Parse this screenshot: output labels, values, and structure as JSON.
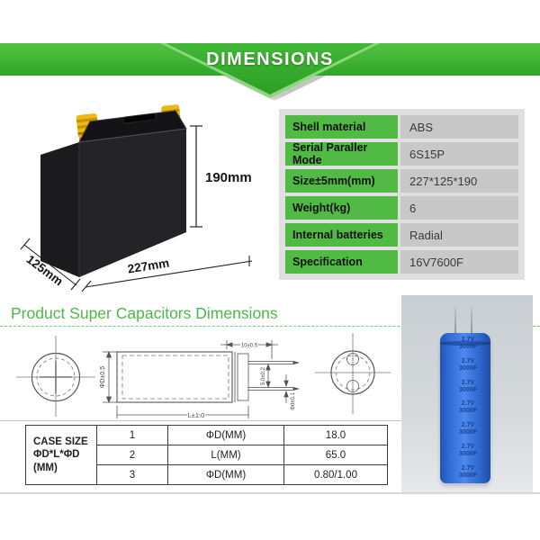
{
  "banner": {
    "title": "DIMENSIONS"
  },
  "battery": {
    "height_label": "190mm",
    "width_label": "227mm",
    "depth_label": "125mm"
  },
  "spec_table": {
    "rows": [
      {
        "label": "Shell material",
        "value": "ABS"
      },
      {
        "label": "Serial Paraller Mode",
        "value": "6S15P"
      },
      {
        "label": "Size±5mm(mm)",
        "value": "227*125*190"
      },
      {
        "label": "Weight(kg)",
        "value": "6"
      },
      {
        "label": "Internal batteries",
        "value": "Radial"
      },
      {
        "label": "Specification",
        "value": "16V7600F"
      }
    ]
  },
  "section": {
    "heading": "Product Super Capacitors Dimensions"
  },
  "drawing": {
    "dim_diameter": "ΦD±0.5",
    "dim_length": "L±1.0",
    "dim_lead_length": "10±0.5",
    "dim_lead_spacing": "5.0±0.2",
    "dim_lead_diameter": "Φd±0.1"
  },
  "case_table": {
    "header": {
      "line1": "CASE SIZE",
      "line2": "ΦD*L*ΦD",
      "line3": "(MM)"
    },
    "rows": [
      {
        "no": "1",
        "param": "ΦD(MM)",
        "value": "18.0"
      },
      {
        "no": "2",
        "param": "L(MM)",
        "value": "65.0"
      },
      {
        "no": "3",
        "param": "ΦD(MM)",
        "value": "0.80/1.00"
      }
    ]
  },
  "capacitor_image": {
    "print_label": "2.7V\n3000F"
  }
}
